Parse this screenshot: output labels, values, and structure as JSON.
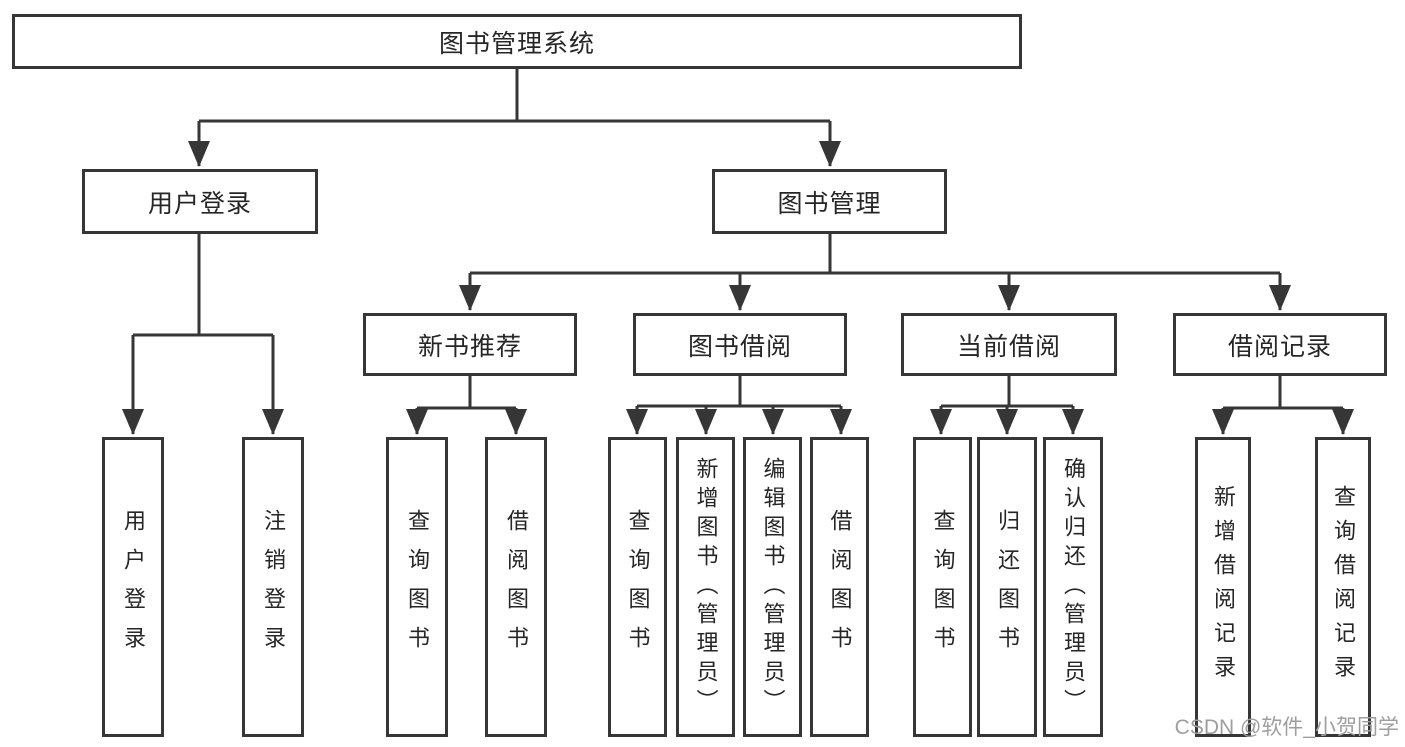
{
  "title": "图书管理系统",
  "watermark": "CSDN @软件_小贺同学",
  "colors": {
    "line": "#363636",
    "text": "#262626",
    "watermark": "#9e9e9e",
    "background": "#ffffff"
  },
  "nodes": {
    "root": {
      "label": "图书管理系统"
    },
    "user_login": {
      "label": "用户登录"
    },
    "book_mgmt": {
      "label": "图书管理"
    },
    "new_book_rec": {
      "label": "新书推荐"
    },
    "book_borrow": {
      "label": "图书借阅"
    },
    "current_borrow": {
      "label": "当前借阅"
    },
    "borrow_records": {
      "label": "借阅记录"
    },
    "leaf_user_login": {
      "label": "用户登录"
    },
    "leaf_logout": {
      "label": "注销登录"
    },
    "leaf_query_book_1": {
      "label": "查询图书"
    },
    "leaf_borrow_book_1": {
      "label": "借阅图书"
    },
    "leaf_query_book_2": {
      "label": "查询图书"
    },
    "leaf_add_book": {
      "label": "新增图书（管理员）"
    },
    "leaf_edit_book": {
      "label": "编辑图书（管理员）"
    },
    "leaf_borrow_book_2": {
      "label": "借阅图书"
    },
    "leaf_query_book_3": {
      "label": "查询图书"
    },
    "leaf_return_book": {
      "label": "归还图书"
    },
    "leaf_confirm_return": {
      "label": "确认归还（管理员）"
    },
    "leaf_add_record": {
      "label": "新增借阅记录"
    },
    "leaf_query_record": {
      "label": "查询借阅记录"
    }
  },
  "tree": {
    "label": "图书管理系统",
    "children": [
      {
        "label": "用户登录",
        "children": [
          "用户登录",
          "注销登录"
        ]
      },
      {
        "label": "图书管理",
        "children": [
          {
            "label": "新书推荐",
            "children": [
              "查询图书",
              "借阅图书"
            ]
          },
          {
            "label": "图书借阅",
            "children": [
              "查询图书",
              "新增图书（管理员）",
              "编辑图书（管理员）",
              "借阅图书"
            ]
          },
          {
            "label": "当前借阅",
            "children": [
              "查询图书",
              "归还图书",
              "确认归还（管理员）"
            ]
          },
          {
            "label": "借阅记录",
            "children": [
              "新增借阅记录",
              "查询借阅记录"
            ]
          }
        ]
      }
    ]
  }
}
